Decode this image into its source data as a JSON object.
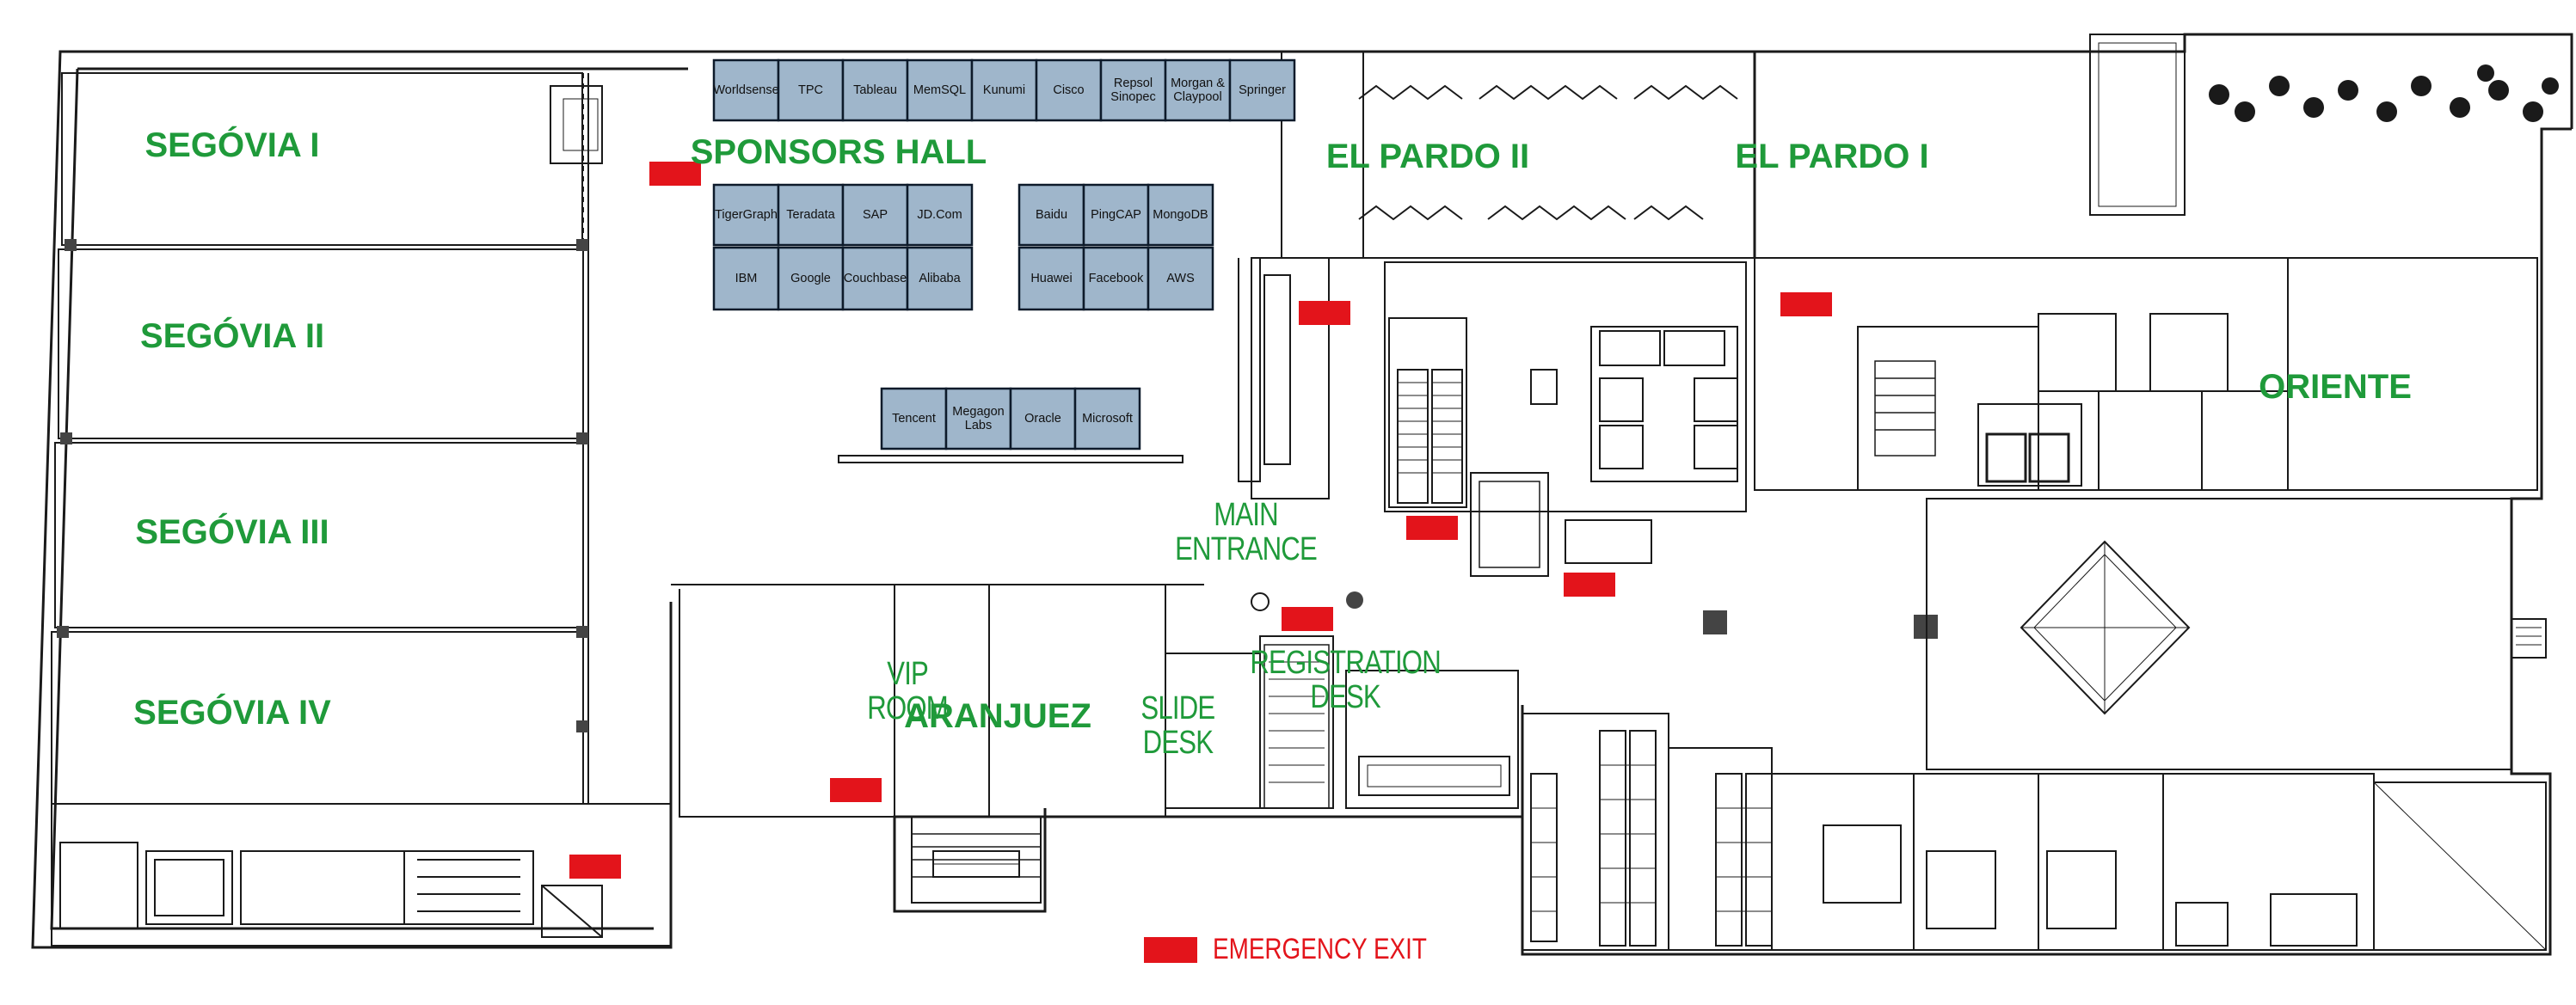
{
  "rooms": {
    "segovia_1": "SEGÓVIA I",
    "segovia_2": "SEGÓVIA II",
    "segovia_3": "SEGÓVIA III",
    "segovia_4": "SEGÓVIA IV",
    "sponsors_hall": "SPONSORS HALL",
    "el_pardo_2": "EL PARDO II",
    "el_pardo_1": "EL PARDO I",
    "oriente": "ORIENTE",
    "main_entrance_1": "MAIN",
    "main_entrance_2": "ENTRANCE",
    "vip_room_1": "VIP",
    "vip_room_2": "ROOM",
    "aranjuez": "ARANJUEZ",
    "slide_desk_1": "SLIDE",
    "slide_desk_2": "DESK",
    "registration_desk_1": "REGISTRATION",
    "registration_desk_2": "DESK"
  },
  "booths": {
    "top_row": [
      "Worldsense",
      "TPC",
      "Tableau",
      "MemSQL",
      "Kunumi",
      "Cisco",
      "Repsol Sinopec",
      "Morgan & Claypool",
      "Springer"
    ],
    "left_block_row1": [
      "TigerGraph",
      "Teradata",
      "SAP",
      "JD.Com"
    ],
    "left_block_row2": [
      "IBM",
      "Google",
      "Couchbase",
      "Alibaba"
    ],
    "right_block_row1": [
      "Baidu",
      "PingCAP",
      "MongoDB"
    ],
    "right_block_row2": [
      "Huawei",
      "Facebook",
      "AWS"
    ],
    "middle_row": [
      "Tencent",
      "Megagon Labs",
      "Oracle",
      "Microsoft"
    ]
  },
  "legend": {
    "emergency_exit": "EMERGENCY EXIT"
  },
  "colors": {
    "room_label": "#1f9a3a",
    "booth_fill": "#9fb6cb",
    "booth_stroke": "#0d1a2a",
    "emergency_exit": "#e3141b",
    "wall": "#1a1a1a"
  }
}
